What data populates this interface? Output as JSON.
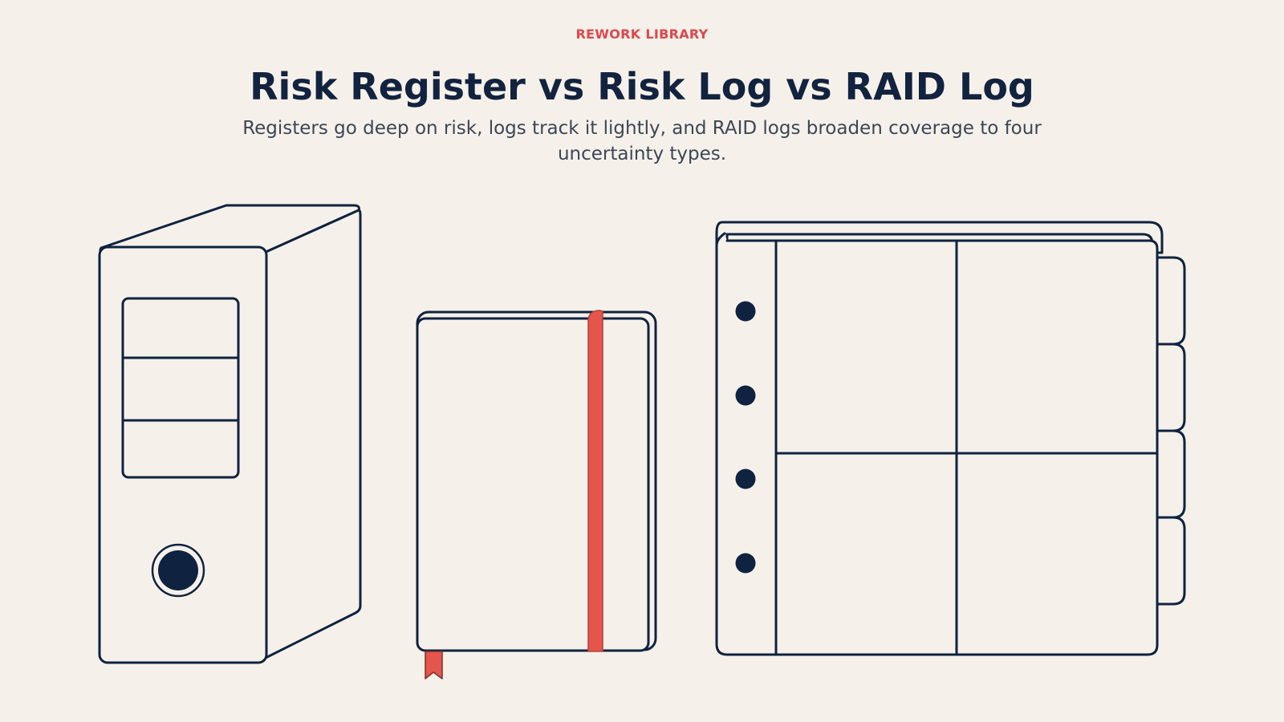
{
  "header": {
    "eyebrow": "REWORK LIBRARY",
    "title": "Risk Register vs Risk Log vs RAID Log",
    "subtitle": "Registers go deep on risk, logs track it lightly, and RAID logs broaden coverage to four uncertainty types."
  },
  "colors": {
    "background": "#f5f1ea",
    "ink": "#0f2340",
    "accent": "#e4564d",
    "eyebrow": "#e0464d"
  },
  "illustrations": [
    {
      "name": "risk-register-binder",
      "icon": "box-file-binder"
    },
    {
      "name": "risk-log-notebook",
      "icon": "notebook-with-elastic-band"
    },
    {
      "name": "raid-log-ring-binder",
      "icon": "ring-binder-with-four-tabs"
    }
  ]
}
